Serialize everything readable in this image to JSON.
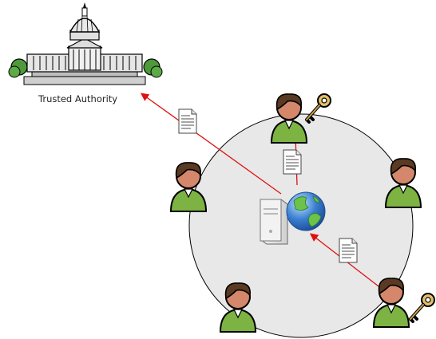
{
  "authority": {
    "label": "Trusted Authority",
    "icon": "capitol-building-icon"
  },
  "network": {
    "ring": "peer-network-circle",
    "server_icon": "server-icon",
    "globe_icon": "globe-icon"
  },
  "peers": [
    {
      "name": "peer-top",
      "has_key": true
    },
    {
      "name": "peer-left",
      "has_key": false
    },
    {
      "name": "peer-right",
      "has_key": false
    },
    {
      "name": "peer-bottom-left",
      "has_key": false
    },
    {
      "name": "peer-bottom-right",
      "has_key": true
    }
  ],
  "documents": [
    {
      "name": "document-to-authority"
    },
    {
      "name": "document-to-peer-top"
    },
    {
      "name": "document-from-peer-bottom-right"
    }
  ],
  "colors": {
    "arrow": "#e01010",
    "circle_fill": "#e8e8e8",
    "person_shirt": "#7cb342",
    "person_skin": "#d4876a",
    "person_hair": "#5a3a22",
    "key": "#c8a04a",
    "globe": "#3a7fd0"
  }
}
